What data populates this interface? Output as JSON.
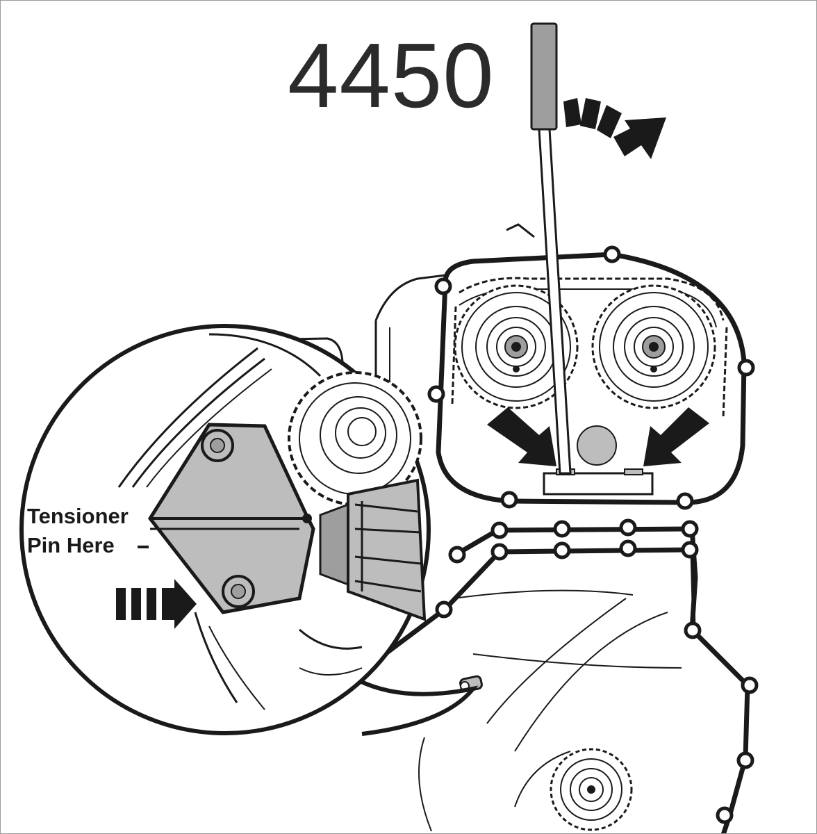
{
  "tool_number": "4450",
  "callout": {
    "label_line1": "Tensioner",
    "label_line2": "Pin Here"
  },
  "colors": {
    "ink": "#1a1a1a",
    "metal_fill": "#bdbdbd",
    "handle_fill": "#9e9e9e",
    "paper": "#ffffff"
  }
}
